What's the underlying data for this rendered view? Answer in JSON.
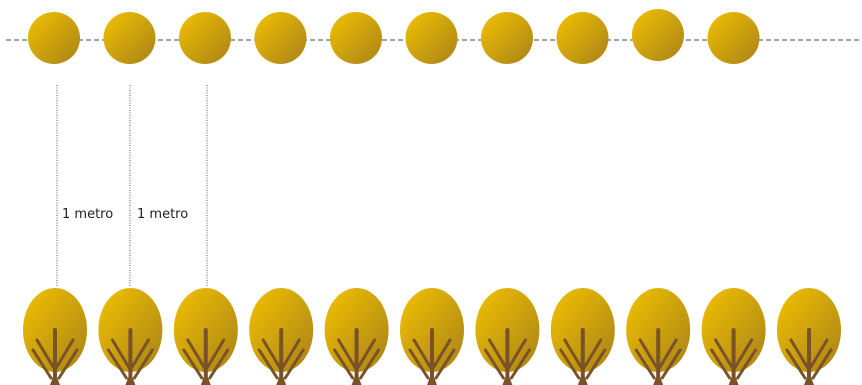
{
  "colors": {
    "canopy_light": "#f2c200",
    "canopy_dark": "#a8811a",
    "trunk": "#7a5228",
    "line": "#444444",
    "background": "#ffffff"
  },
  "top_row": {
    "ball_count": 10,
    "icon": "round-tree-canopy-icon"
  },
  "bottom_row": {
    "tree_count": 11,
    "icon": "tree-icon"
  },
  "spacing_labels": [
    "1 metro",
    "1 metro"
  ]
}
